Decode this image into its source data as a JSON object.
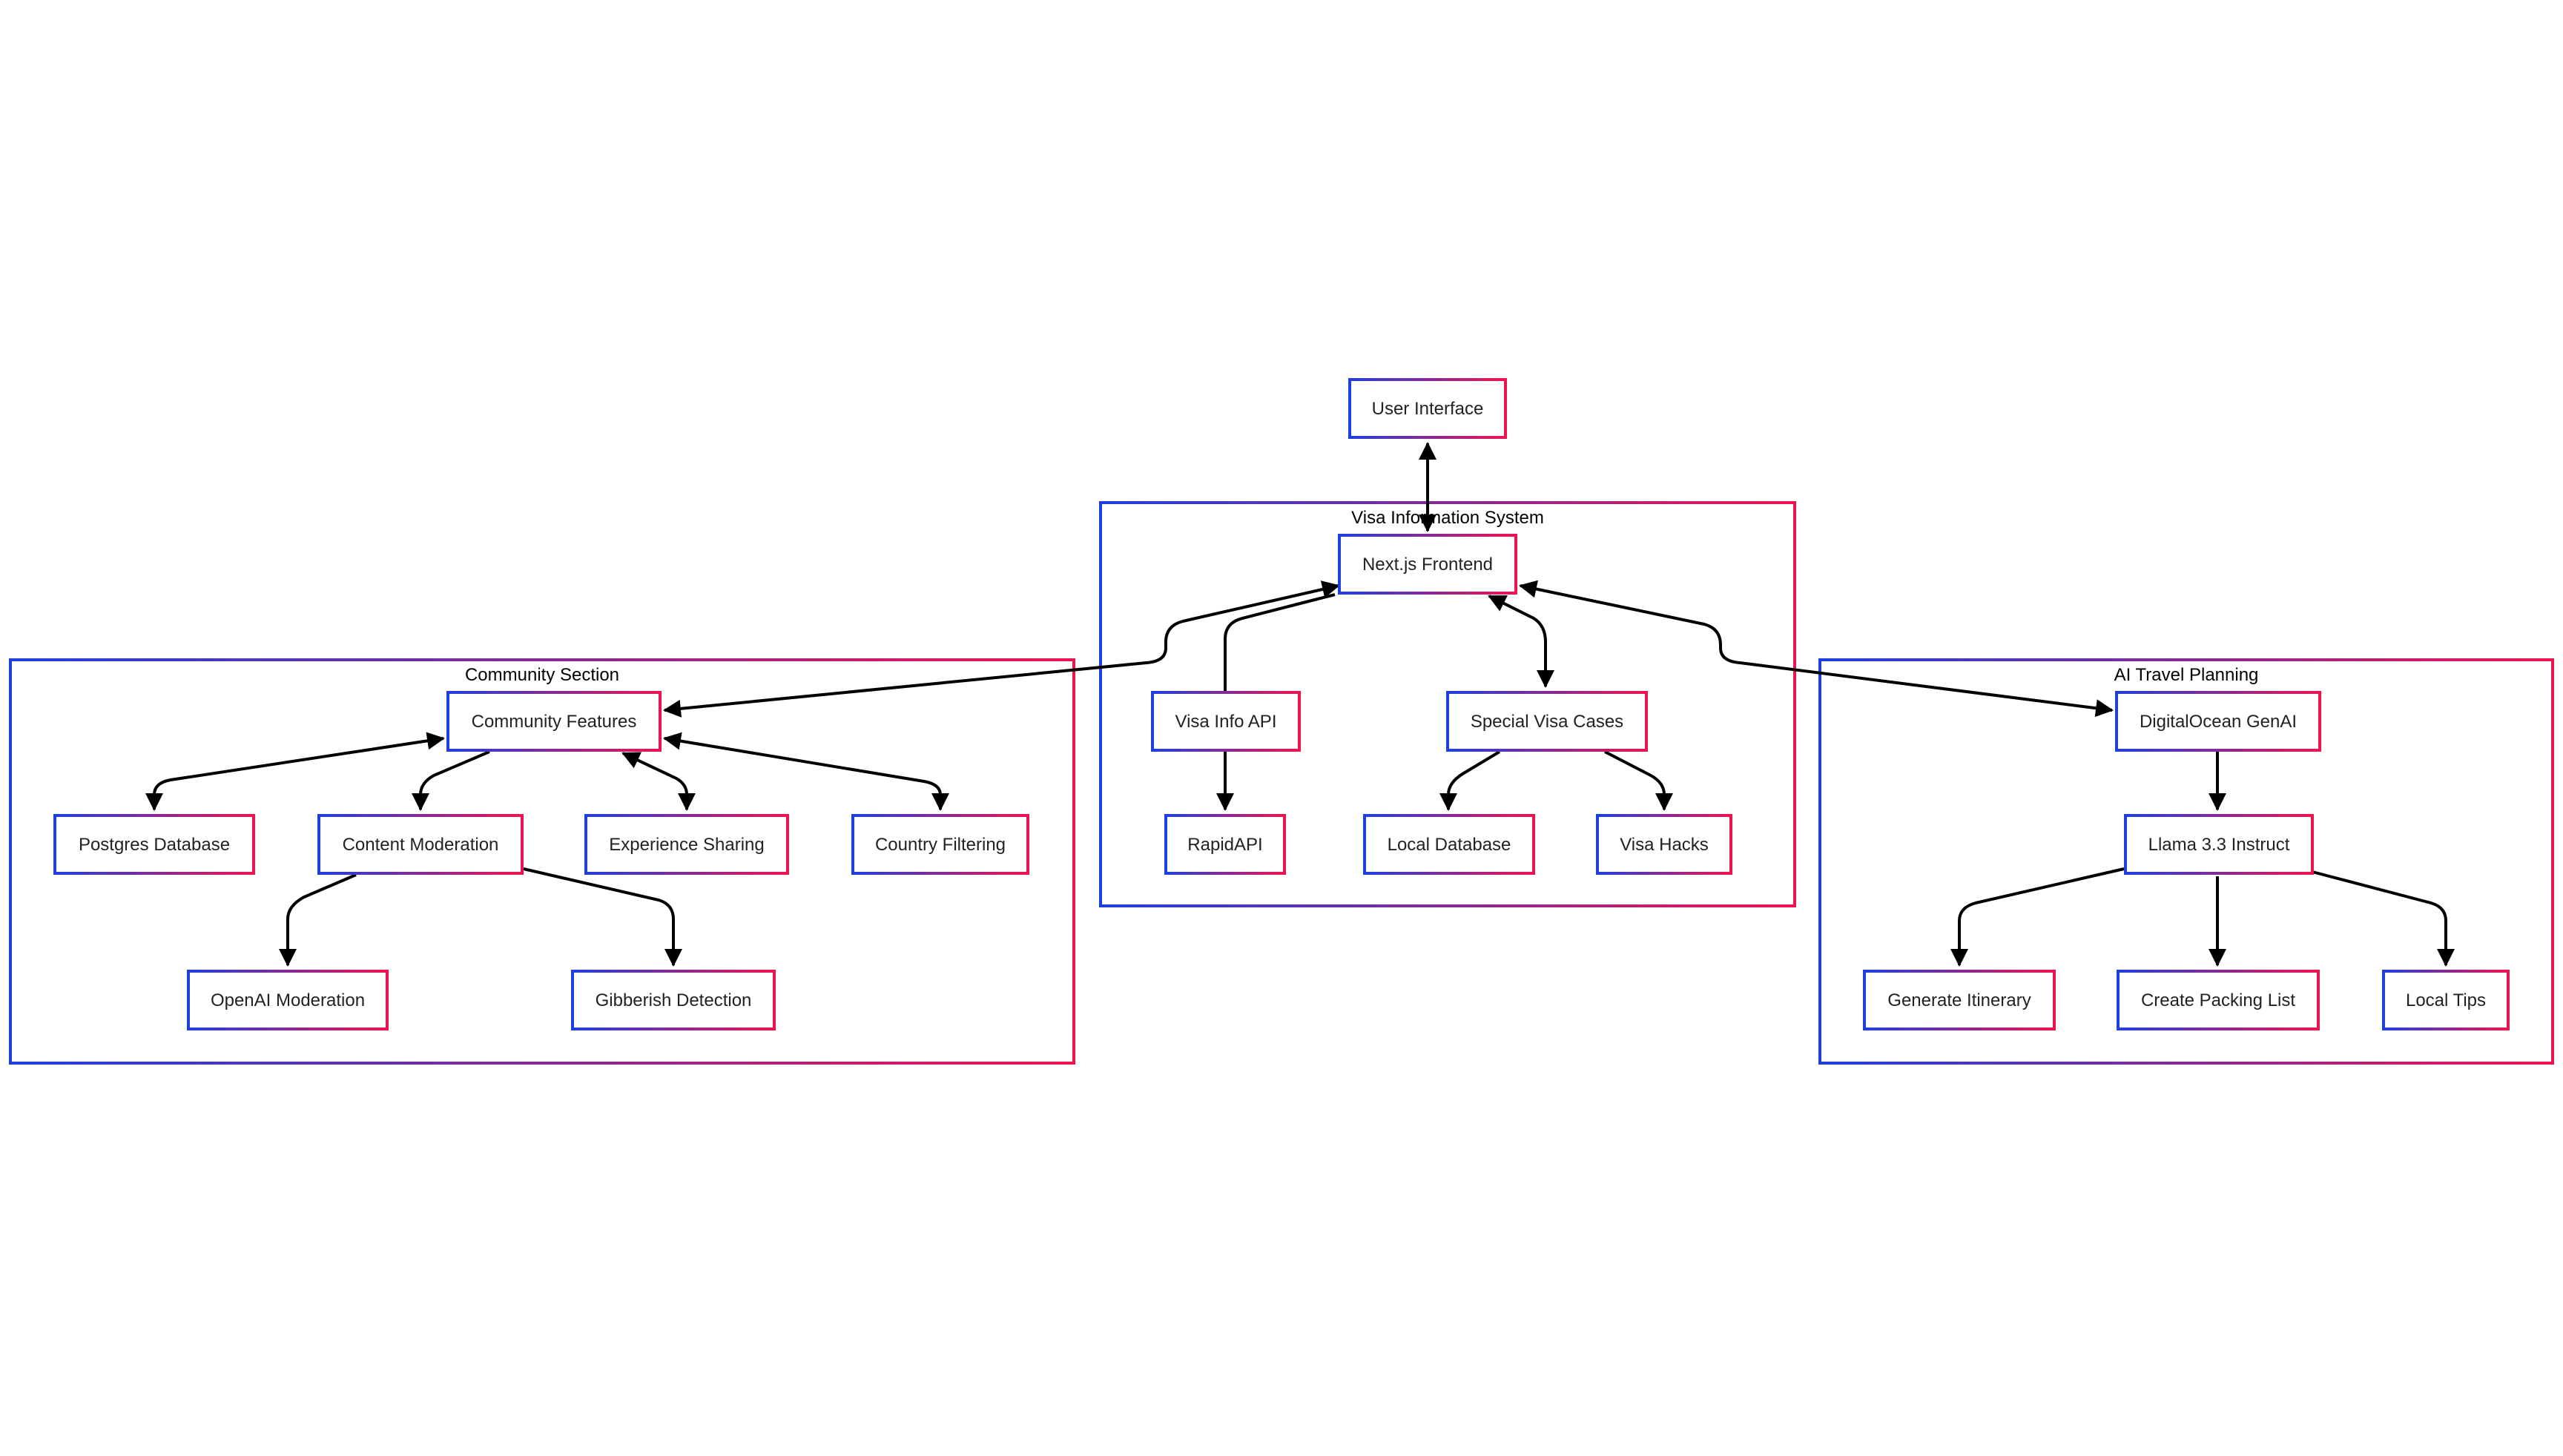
{
  "colors": {
    "gradient_start": "#1f3fdc",
    "gradient_end": "#ee1450",
    "node_fill": "#ffffff",
    "edge": "#000000",
    "background": "#ffffff"
  },
  "clusters": {
    "visa": {
      "label": "Visa Information System"
    },
    "community": {
      "label": "Community Section"
    },
    "ai": {
      "label": "AI Travel Planning"
    }
  },
  "nodes": {
    "user_interface": "User Interface",
    "nextjs_frontend": "Next.js Frontend",
    "visa_info_api": "Visa Info API",
    "special_visa_cases": "Special Visa Cases",
    "rapidapi": "RapidAPI",
    "local_database": "Local Database",
    "visa_hacks": "Visa Hacks",
    "community_features": "Community Features",
    "postgres_database": "Postgres Database",
    "content_moderation": "Content Moderation",
    "experience_sharing": "Experience Sharing",
    "country_filtering": "Country Filtering",
    "openai_moderation": "OpenAI Moderation",
    "gibberish_detection": "Gibberish Detection",
    "digitalocean_genai": "DigitalOcean GenAI",
    "llama_instruct": "Llama 3.3 Instruct",
    "generate_itinerary": "Generate Itinerary",
    "create_packing_list": "Create Packing List",
    "local_tips": "Local Tips"
  }
}
